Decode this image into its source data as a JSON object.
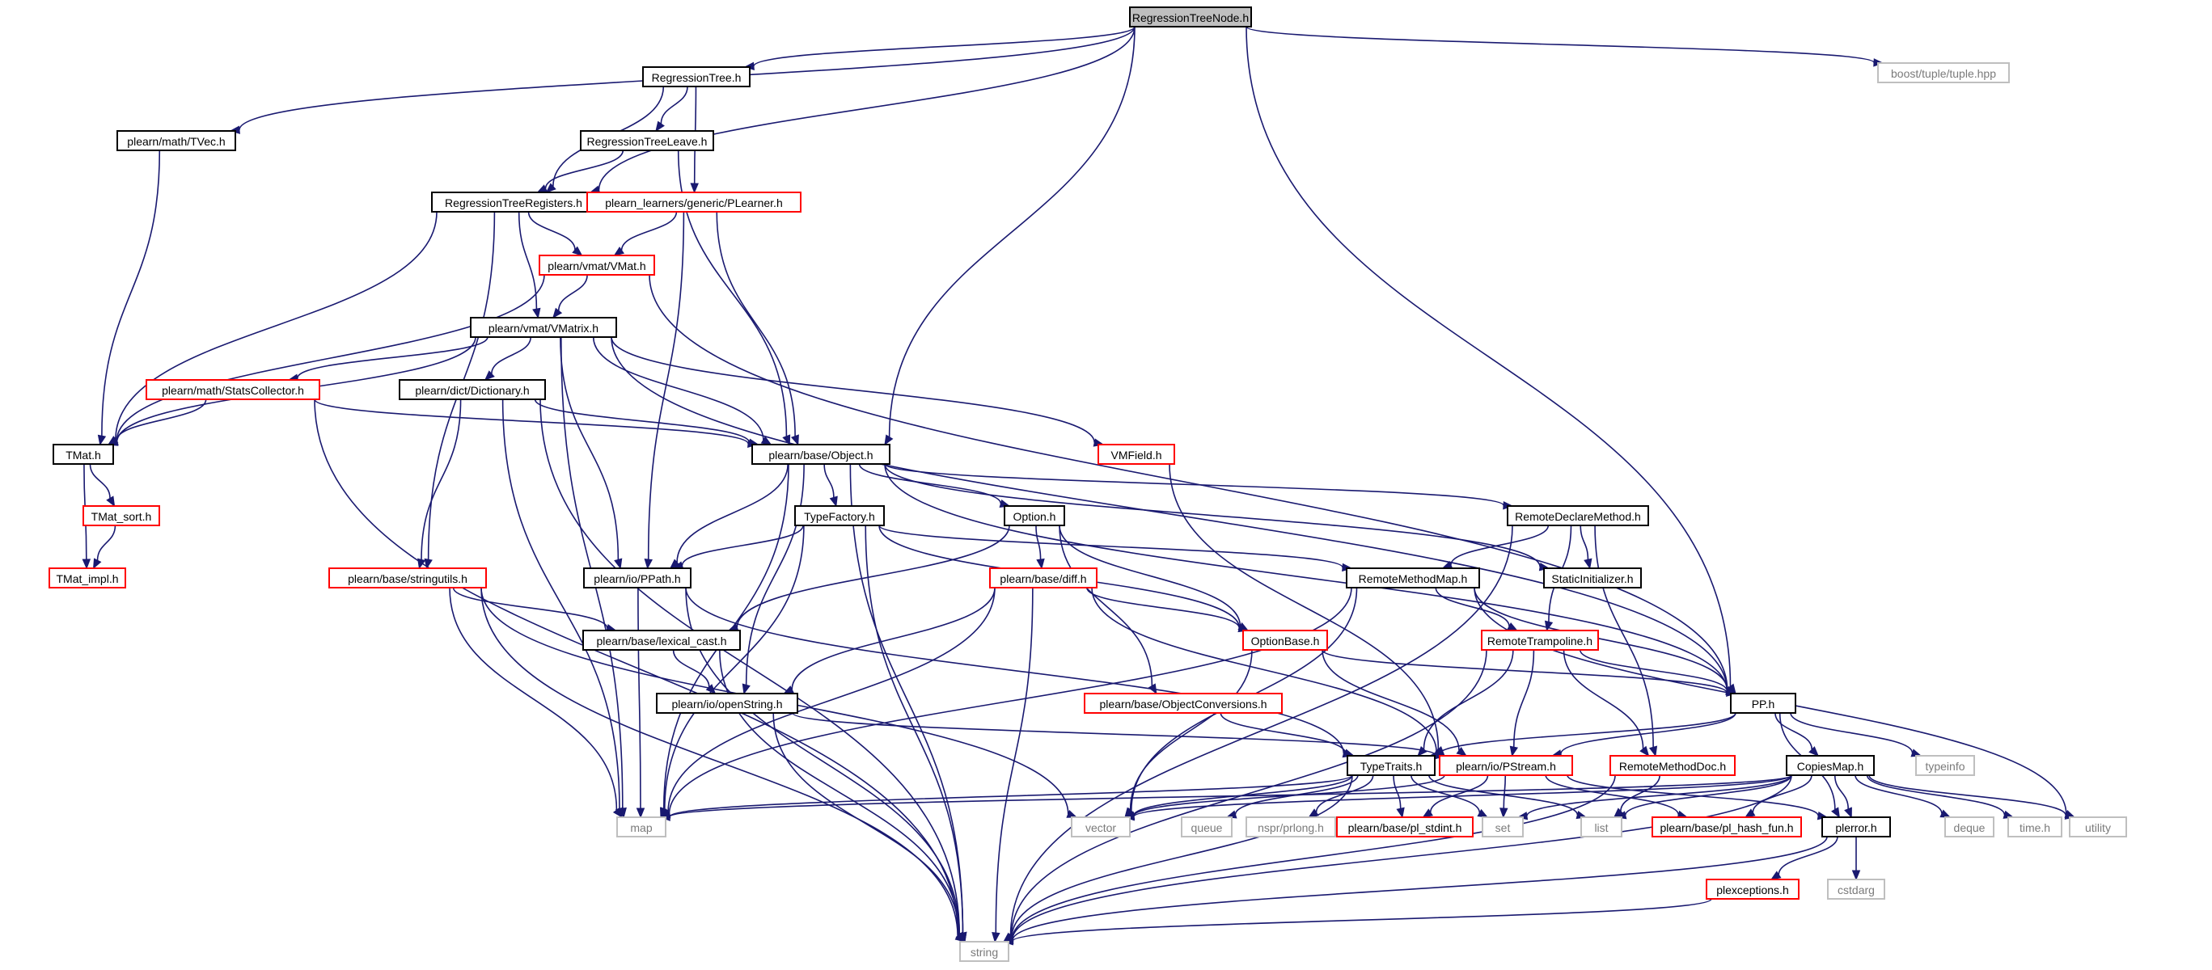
{
  "diagram": {
    "colors": {
      "edge": "#191970",
      "root_fill": "#bfbfbf",
      "header_border": "#000000",
      "incomplete_border": "#ff0000",
      "external_border": "#bfbfbf",
      "external_text": "#7a7a7a"
    },
    "nodes": [
      {
        "id": "rtn",
        "label": "RegressionTreeNode.h",
        "style": "root"
      },
      {
        "id": "tuple",
        "label": "boost/tuple/tuple.hpp",
        "style": "grey"
      },
      {
        "id": "rt",
        "label": "RegressionTree.h",
        "style": "black"
      },
      {
        "id": "tvec",
        "label": "plearn/math/TVec.h",
        "style": "black"
      },
      {
        "id": "rtl",
        "label": "RegressionTreeLeave.h",
        "style": "black"
      },
      {
        "id": "rtr",
        "label": "RegressionTreeRegisters.h",
        "style": "black"
      },
      {
        "id": "plearner",
        "label": "plearn_learners/generic/PLearner.h",
        "style": "red"
      },
      {
        "id": "vmat",
        "label": "plearn/vmat/VMat.h",
        "style": "red"
      },
      {
        "id": "vmatrix",
        "label": "plearn/vmat/VMatrix.h",
        "style": "black"
      },
      {
        "id": "stats",
        "label": "plearn/math/StatsCollector.h",
        "style": "red"
      },
      {
        "id": "dict",
        "label": "plearn/dict/Dictionary.h",
        "style": "black"
      },
      {
        "id": "tmat",
        "label": "TMat.h",
        "style": "black"
      },
      {
        "id": "object",
        "label": "plearn/base/Object.h",
        "style": "black"
      },
      {
        "id": "vmfield",
        "label": "VMField.h",
        "style": "red"
      },
      {
        "id": "tmatsort",
        "label": "TMat_sort.h",
        "style": "red"
      },
      {
        "id": "tmatimpl",
        "label": "TMat_impl.h",
        "style": "red"
      },
      {
        "id": "typefactory",
        "label": "TypeFactory.h",
        "style": "black"
      },
      {
        "id": "option",
        "label": "Option.h",
        "style": "black"
      },
      {
        "id": "rdm",
        "label": "RemoteDeclareMethod.h",
        "style": "black"
      },
      {
        "id": "strutils",
        "label": "plearn/base/stringutils.h",
        "style": "red"
      },
      {
        "id": "ppath",
        "label": "plearn/io/PPath.h",
        "style": "black"
      },
      {
        "id": "diff",
        "label": "plearn/base/diff.h",
        "style": "red"
      },
      {
        "id": "rmm",
        "label": "RemoteMethodMap.h",
        "style": "black"
      },
      {
        "id": "static",
        "label": "StaticInitializer.h",
        "style": "black"
      },
      {
        "id": "lexcast",
        "label": "plearn/base/lexical_cast.h",
        "style": "black"
      },
      {
        "id": "optionbase",
        "label": "OptionBase.h",
        "style": "red"
      },
      {
        "id": "rtramp",
        "label": "RemoteTrampoline.h",
        "style": "red"
      },
      {
        "id": "openstring",
        "label": "plearn/io/openString.h",
        "style": "black"
      },
      {
        "id": "objconv",
        "label": "plearn/base/ObjectConversions.h",
        "style": "red"
      },
      {
        "id": "pp",
        "label": "PP.h",
        "style": "black"
      },
      {
        "id": "typetraits",
        "label": "TypeTraits.h",
        "style": "black"
      },
      {
        "id": "pstream",
        "label": "plearn/io/PStream.h",
        "style": "red"
      },
      {
        "id": "rmdoc",
        "label": "RemoteMethodDoc.h",
        "style": "red"
      },
      {
        "id": "copiesmap",
        "label": "CopiesMap.h",
        "style": "black"
      },
      {
        "id": "typeinfo",
        "label": "typeinfo",
        "style": "grey"
      },
      {
        "id": "map",
        "label": "map",
        "style": "grey"
      },
      {
        "id": "vector",
        "label": "vector",
        "style": "grey"
      },
      {
        "id": "queue",
        "label": "queue",
        "style": "grey"
      },
      {
        "id": "prlong",
        "label": "nspr/prlong.h",
        "style": "grey"
      },
      {
        "id": "stdint",
        "label": "plearn/base/pl_stdint.h",
        "style": "red"
      },
      {
        "id": "set",
        "label": "set",
        "style": "grey"
      },
      {
        "id": "list",
        "label": "list",
        "style": "grey"
      },
      {
        "id": "hashfun",
        "label": "plearn/base/pl_hash_fun.h",
        "style": "red"
      },
      {
        "id": "plerror",
        "label": "plerror.h",
        "style": "black"
      },
      {
        "id": "deque",
        "label": "deque",
        "style": "grey"
      },
      {
        "id": "timeh",
        "label": "time.h",
        "style": "grey"
      },
      {
        "id": "utility",
        "label": "utility",
        "style": "grey"
      },
      {
        "id": "plexc",
        "label": "plexceptions.h",
        "style": "red"
      },
      {
        "id": "cstdarg",
        "label": "cstdarg",
        "style": "grey"
      },
      {
        "id": "string",
        "label": "string",
        "style": "grey"
      }
    ],
    "edges": [
      [
        "rtn",
        "tuple"
      ],
      [
        "rtn",
        "rt"
      ],
      [
        "rtn",
        "tvec"
      ],
      [
        "rtn",
        "rtr"
      ],
      [
        "rtn",
        "object"
      ],
      [
        "rtn",
        "pp"
      ],
      [
        "rt",
        "rtl"
      ],
      [
        "rt",
        "rtr"
      ],
      [
        "rt",
        "plearner"
      ],
      [
        "tvec",
        "tmat"
      ],
      [
        "rtl",
        "rtr"
      ],
      [
        "rtl",
        "object"
      ],
      [
        "rtr",
        "tmat"
      ],
      [
        "rtr",
        "vmat"
      ],
      [
        "rtr",
        "vmatrix"
      ],
      [
        "rtr",
        "strutils"
      ],
      [
        "plearner",
        "vmat"
      ],
      [
        "plearner",
        "object"
      ],
      [
        "plearner",
        "ppath"
      ],
      [
        "vmat",
        "vmatrix"
      ],
      [
        "vmat",
        "tmat"
      ],
      [
        "vmat",
        "pp"
      ],
      [
        "vmatrix",
        "tmat"
      ],
      [
        "vmatrix",
        "stats"
      ],
      [
        "vmatrix",
        "dict"
      ],
      [
        "vmatrix",
        "object"
      ],
      [
        "vmatrix",
        "vmfield"
      ],
      [
        "vmatrix",
        "ppath"
      ],
      [
        "vmatrix",
        "map"
      ],
      [
        "vmatrix",
        "pp"
      ],
      [
        "stats",
        "tmat"
      ],
      [
        "stats",
        "object"
      ],
      [
        "stats",
        "string"
      ],
      [
        "dict",
        "object"
      ],
      [
        "dict",
        "strutils"
      ],
      [
        "dict",
        "map"
      ],
      [
        "dict",
        "string"
      ],
      [
        "tmat",
        "tmatsort"
      ],
      [
        "tmat",
        "tmatimpl"
      ],
      [
        "tmatsort",
        "tmatimpl"
      ],
      [
        "vmfield",
        "pstream"
      ],
      [
        "object",
        "typefactory"
      ],
      [
        "object",
        "option"
      ],
      [
        "object",
        "rdm"
      ],
      [
        "object",
        "static"
      ],
      [
        "object",
        "ppath"
      ],
      [
        "object",
        "openstring"
      ],
      [
        "object",
        "map"
      ],
      [
        "object",
        "string"
      ],
      [
        "object",
        "pp"
      ],
      [
        "typefactory",
        "ppath"
      ],
      [
        "typefactory",
        "optionbase"
      ],
      [
        "typefactory",
        "rmm"
      ],
      [
        "typefactory",
        "map"
      ],
      [
        "typefactory",
        "string"
      ],
      [
        "option",
        "diff"
      ],
      [
        "option",
        "optionbase"
      ],
      [
        "option",
        "lexcast"
      ],
      [
        "option",
        "objconv"
      ],
      [
        "rdm",
        "rmm"
      ],
      [
        "rdm",
        "static"
      ],
      [
        "rdm",
        "rtramp"
      ],
      [
        "rdm",
        "rmdoc"
      ],
      [
        "rdm",
        "string"
      ],
      [
        "strutils",
        "lexcast"
      ],
      [
        "strutils",
        "vector"
      ],
      [
        "strutils",
        "map"
      ],
      [
        "strutils",
        "string"
      ],
      [
        "ppath",
        "typetraits"
      ],
      [
        "ppath",
        "map"
      ],
      [
        "ppath",
        "string"
      ],
      [
        "diff",
        "optionbase"
      ],
      [
        "diff",
        "openstring"
      ],
      [
        "diff",
        "pstream"
      ],
      [
        "diff",
        "map"
      ],
      [
        "diff",
        "string"
      ],
      [
        "rmm",
        "rtramp"
      ],
      [
        "rmm",
        "pp"
      ],
      [
        "rmm",
        "map"
      ],
      [
        "rmm",
        "vector"
      ],
      [
        "rmm",
        "utility"
      ],
      [
        "lexcast",
        "openstring"
      ],
      [
        "lexcast",
        "string"
      ],
      [
        "optionbase",
        "pp"
      ],
      [
        "optionbase",
        "pstream"
      ],
      [
        "optionbase",
        "vector"
      ],
      [
        "rtramp",
        "pp"
      ],
      [
        "rtramp",
        "typetraits"
      ],
      [
        "rtramp",
        "pstream"
      ],
      [
        "rtramp",
        "rmdoc"
      ],
      [
        "rtramp",
        "string"
      ],
      [
        "openstring",
        "pstream"
      ],
      [
        "openstring",
        "string"
      ],
      [
        "objconv",
        "typetraits"
      ],
      [
        "pp",
        "typetraits"
      ],
      [
        "pp",
        "pstream"
      ],
      [
        "pp",
        "copiesmap"
      ],
      [
        "pp",
        "typeinfo"
      ],
      [
        "pp",
        "plerror"
      ],
      [
        "typetraits",
        "map"
      ],
      [
        "typetraits",
        "vector"
      ],
      [
        "typetraits",
        "queue"
      ],
      [
        "typetraits",
        "prlong"
      ],
      [
        "typetraits",
        "stdint"
      ],
      [
        "typetraits",
        "set"
      ],
      [
        "typetraits",
        "list"
      ],
      [
        "typetraits",
        "string"
      ],
      [
        "pstream",
        "stdint"
      ],
      [
        "pstream",
        "set"
      ],
      [
        "pstream",
        "hashfun"
      ],
      [
        "pstream",
        "plerror"
      ],
      [
        "pstream",
        "vector"
      ],
      [
        "rmdoc",
        "list"
      ],
      [
        "rmdoc",
        "string"
      ],
      [
        "copiesmap",
        "map"
      ],
      [
        "copiesmap",
        "set"
      ],
      [
        "copiesmap",
        "list"
      ],
      [
        "copiesmap",
        "hashfun"
      ],
      [
        "copiesmap",
        "plerror"
      ],
      [
        "copiesmap",
        "deque"
      ],
      [
        "copiesmap",
        "timeh"
      ],
      [
        "copiesmap",
        "utility"
      ],
      [
        "copiesmap",
        "string"
      ],
      [
        "copiesmap",
        "vector"
      ],
      [
        "plerror",
        "plexc"
      ],
      [
        "plerror",
        "cstdarg"
      ],
      [
        "plerror",
        "string"
      ],
      [
        "plexc",
        "string"
      ]
    ]
  }
}
